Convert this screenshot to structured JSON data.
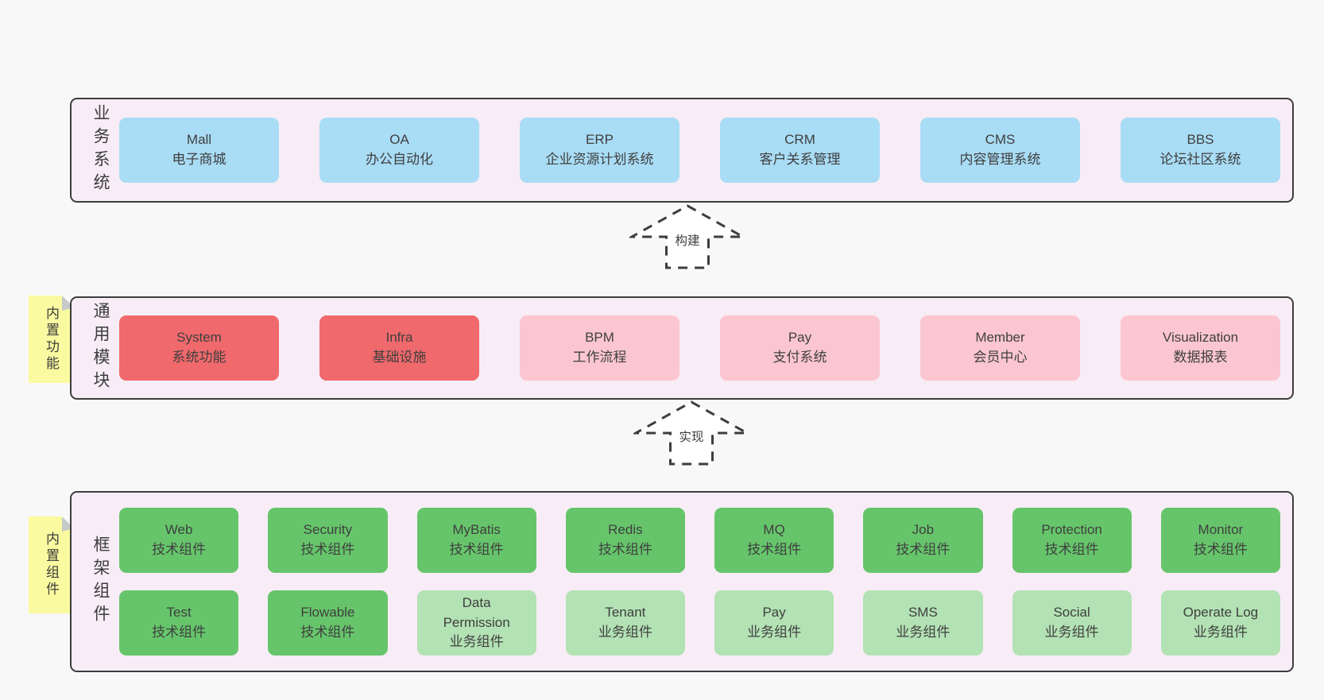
{
  "colors": {
    "page-bg": "#f8f8f8",
    "band-bg": "#f8edf6",
    "band-border": "#3d3d3d",
    "blue": "#a9dcf5",
    "red": "#f0696c",
    "pink": "#fbc6d0",
    "green": "#66c56b",
    "lightgreen": "#b3e2b4",
    "sticky": "#fafaa0",
    "fold": "#c6cacd",
    "text": "#3f3f3f"
  },
  "arrows": [
    {
      "label": "构建"
    },
    {
      "label": "实现"
    }
  ],
  "bands": [
    {
      "label": "业务系统",
      "rows": [
        [
          {
            "title": "Mall",
            "subtitle": "电子商城",
            "variant": "blue"
          },
          {
            "title": "OA",
            "subtitle": "办公自动化",
            "variant": "blue"
          },
          {
            "title": "ERP",
            "subtitle": "企业资源计划系统",
            "variant": "blue"
          },
          {
            "title": "CRM",
            "subtitle": "客户关系管理",
            "variant": "blue"
          },
          {
            "title": "CMS",
            "subtitle": "内容管理系统",
            "variant": "blue"
          },
          {
            "title": "BBS",
            "subtitle": "论坛社区系统",
            "variant": "blue"
          }
        ]
      ]
    },
    {
      "label": "通用模块",
      "sticky": "内置功能",
      "rows": [
        [
          {
            "title": "System",
            "subtitle": "系统功能",
            "variant": "red"
          },
          {
            "title": "Infra",
            "subtitle": "基础设施",
            "variant": "red"
          },
          {
            "title": "BPM",
            "subtitle": "工作流程",
            "variant": "pink"
          },
          {
            "title": "Pay",
            "subtitle": "支付系统",
            "variant": "pink"
          },
          {
            "title": "Member",
            "subtitle": "会员中心",
            "variant": "pink"
          },
          {
            "title": "Visualization",
            "subtitle": "数据报表",
            "variant": "pink"
          }
        ]
      ]
    },
    {
      "label": "框架组件",
      "sticky": "内置组件",
      "rows": [
        [
          {
            "title": "Web",
            "subtitle": "技术组件",
            "variant": "green"
          },
          {
            "title": "Security",
            "subtitle": "技术组件",
            "variant": "green"
          },
          {
            "title": "MyBatis",
            "subtitle": "技术组件",
            "variant": "green"
          },
          {
            "title": "Redis",
            "subtitle": "技术组件",
            "variant": "green"
          },
          {
            "title": "MQ",
            "subtitle": "技术组件",
            "variant": "green"
          },
          {
            "title": "Job",
            "subtitle": "技术组件",
            "variant": "green"
          },
          {
            "title": "Protection",
            "subtitle": "技术组件",
            "variant": "green"
          },
          {
            "title": "Monitor",
            "subtitle": "技术组件",
            "variant": "green"
          }
        ],
        [
          {
            "title": "Test",
            "subtitle": "技术组件",
            "variant": "green"
          },
          {
            "title": "Flowable",
            "subtitle": "技术组件",
            "variant": "green"
          },
          {
            "title": "Data Permission",
            "subtitle": "业务组件",
            "variant": "lightgreen"
          },
          {
            "title": "Tenant",
            "subtitle": "业务组件",
            "variant": "lightgreen"
          },
          {
            "title": "Pay",
            "subtitle": "业务组件",
            "variant": "lightgreen"
          },
          {
            "title": "SMS",
            "subtitle": "业务组件",
            "variant": "lightgreen"
          },
          {
            "title": "Social",
            "subtitle": "业务组件",
            "variant": "lightgreen"
          },
          {
            "title": "Operate Log",
            "subtitle": "业务组件",
            "variant": "lightgreen"
          }
        ]
      ]
    }
  ]
}
